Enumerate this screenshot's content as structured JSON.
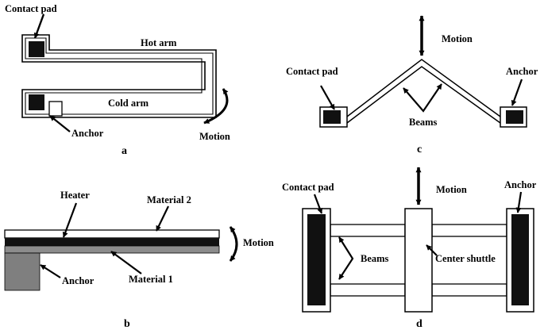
{
  "panels": {
    "a": {
      "caption": "a",
      "labels": {
        "contact_pad": "Contact pad",
        "hot_arm": "Hot arm",
        "cold_arm": "Cold arm",
        "anchor": "Anchor",
        "motion": "Motion"
      }
    },
    "b": {
      "caption": "b",
      "labels": {
        "heater": "Heater",
        "material2": "Material 2",
        "material1": "Material 1",
        "anchor": "Anchor",
        "motion": "Motion"
      }
    },
    "c": {
      "caption": "c",
      "labels": {
        "contact_pad": "Contact pad",
        "anchor": "Anchor",
        "beams": "Beams",
        "motion": "Motion"
      }
    },
    "d": {
      "caption": "d",
      "labels": {
        "contact_pad": "Contact pad",
        "anchor": "Anchor",
        "beams": "Beams",
        "center_shuttle": "Center shuttle",
        "motion": "Motion"
      }
    }
  },
  "colors": {
    "ink": "#000000",
    "material1": "#8c8c8c",
    "anchor_gray": "#7f7f7f",
    "background": "#ffffff"
  }
}
